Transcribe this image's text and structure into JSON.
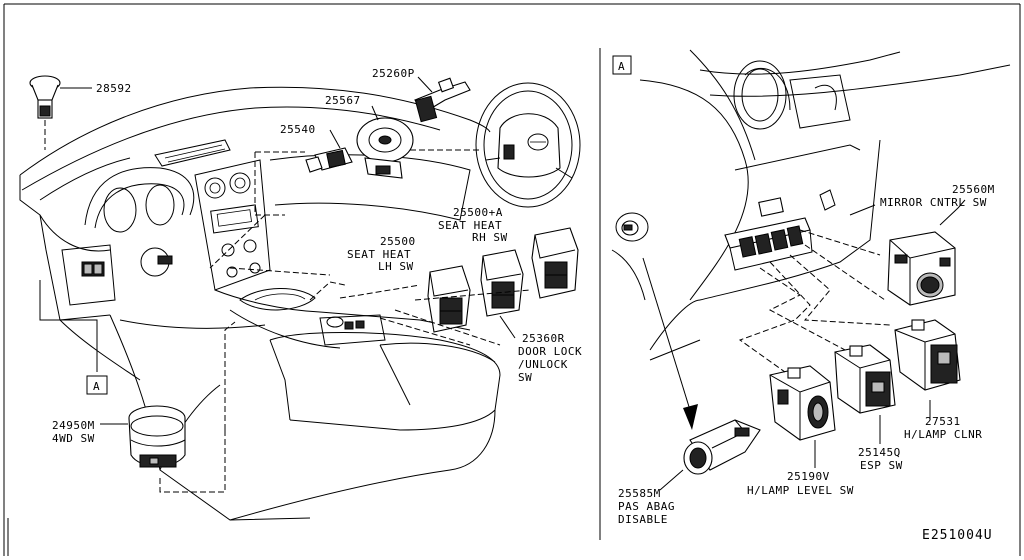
{
  "diagram_id": "E251004U",
  "view_marker": "A",
  "left_panel": {
    "parts": [
      {
        "number": "28592",
        "description": ""
      },
      {
        "number": "25260P",
        "description": ""
      },
      {
        "number": "25567",
        "description": ""
      },
      {
        "number": "25540",
        "description": ""
      },
      {
        "number": "25500+A",
        "description": [
          "SEAT HEAT",
          "RH SW"
        ]
      },
      {
        "number": "25500",
        "description": [
          "SEAT HEAT",
          "LH SW"
        ]
      },
      {
        "number": "25360R",
        "description": [
          "DOOR LOCK",
          "/UNLOCK",
          "SW"
        ]
      },
      {
        "number": "24950M",
        "description": [
          "4WD SW"
        ]
      }
    ],
    "view_marker_label": "A"
  },
  "right_panel": {
    "view_marker_label": "A",
    "parts": [
      {
        "number": "25560M",
        "description": [
          "MIRROR CNTRL SW"
        ]
      },
      {
        "number": "27531",
        "description": [
          "H/LAMP CLNR"
        ]
      },
      {
        "number": "25145Q",
        "description": [
          "ESP SW"
        ]
      },
      {
        "number": "25190V",
        "description": [
          "H/LAMP LEVEL SW"
        ]
      },
      {
        "number": "25585M",
        "description": [
          "PAS ABAG",
          "DISABLE"
        ]
      }
    ]
  }
}
